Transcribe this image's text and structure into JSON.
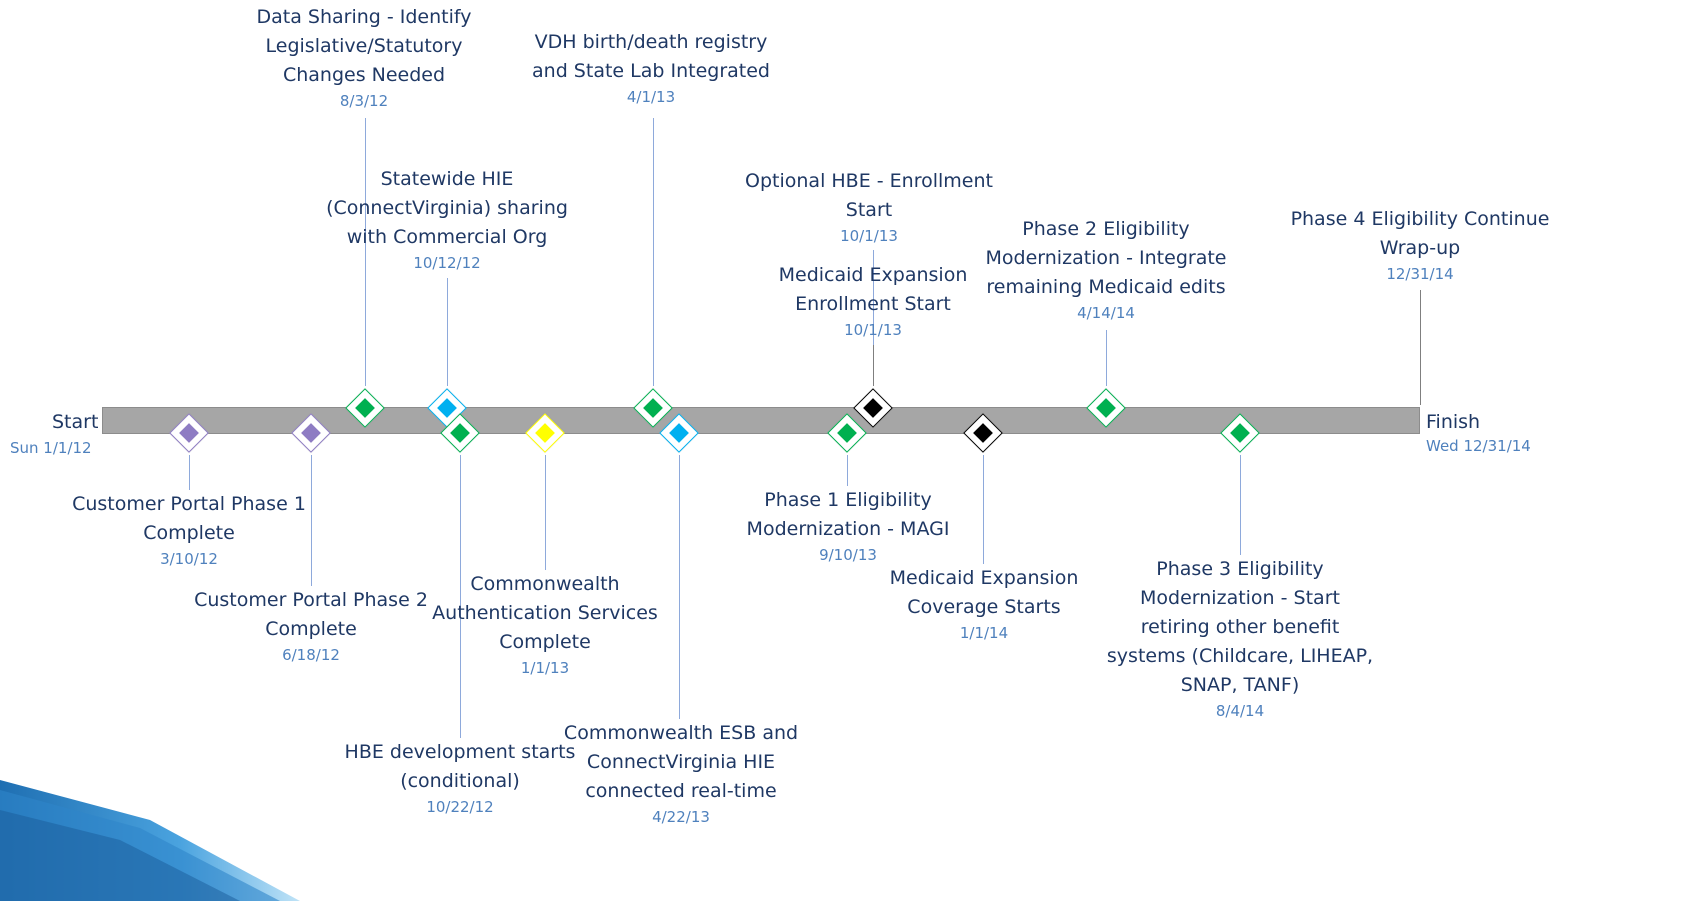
{
  "timeline": {
    "start": {
      "label": "Start",
      "date": "Sun 1/1/12"
    },
    "finish": {
      "label": "Finish",
      "date": "Wed 12/31/14"
    }
  },
  "colors": {
    "purple": "#8e7cc3",
    "green": "#00b050",
    "blue": "#00b0f0",
    "yellow": "#ffff00",
    "black": "#000000"
  },
  "milestones": [
    {
      "id": "customer-portal-phase-1",
      "lines": [
        "Customer Portal Phase 1",
        "Complete"
      ],
      "date": "3/10/12",
      "color": "purple"
    },
    {
      "id": "customer-portal-phase-2",
      "lines": [
        "Customer Portal Phase 2",
        "Complete"
      ],
      "date": "6/18/12",
      "color": "purple"
    },
    {
      "id": "data-sharing",
      "lines": [
        "Data Sharing - Identify",
        "Legislative/Statutory",
        "Changes Needed"
      ],
      "date": "8/3/12",
      "color": "green"
    },
    {
      "id": "statewide-hie",
      "lines": [
        "Statewide HIE",
        "(ConnectVirginia) sharing",
        "with Commercial Org"
      ],
      "date": "10/12/12",
      "color": "blue"
    },
    {
      "id": "hbe-development",
      "lines": [
        "HBE development starts",
        "(conditional)"
      ],
      "date": "10/22/12",
      "color": "green"
    },
    {
      "id": "authentication-services",
      "lines": [
        "Commonwealth",
        "Authentication Services",
        "Complete"
      ],
      "date": "1/1/13",
      "color": "yellow"
    },
    {
      "id": "vdh-registry",
      "lines": [
        "VDH birth/death registry",
        "and State Lab Integrated"
      ],
      "date": "4/1/13",
      "color": "green"
    },
    {
      "id": "esb-connectvirginia",
      "lines": [
        "Commonwealth ESB and",
        "ConnectVirginia HIE",
        "connected real-time"
      ],
      "date": "4/22/13",
      "color": "blue"
    },
    {
      "id": "phase-1-eligibility",
      "lines": [
        "Phase 1 Eligibility",
        "Modernization - MAGI"
      ],
      "date": "9/10/13",
      "color": "green"
    },
    {
      "id": "optional-hbe-enrollment",
      "lines": [
        "Optional HBE - Enrollment",
        "Start"
      ],
      "date": "10/1/13",
      "color": "black"
    },
    {
      "id": "medicaid-expansion-enrollment",
      "lines": [
        "Medicaid Expansion",
        "Enrollment Start"
      ],
      "date": "10/1/13",
      "color": "black"
    },
    {
      "id": "medicaid-expansion-coverage",
      "lines": [
        "Medicaid Expansion",
        "Coverage Starts"
      ],
      "date": "1/1/14",
      "color": "black"
    },
    {
      "id": "phase-2-eligibility",
      "lines": [
        "Phase 2 Eligibility",
        "Modernization - Integrate",
        "remaining Medicaid edits"
      ],
      "date": "4/14/14",
      "color": "green"
    },
    {
      "id": "phase-3-eligibility",
      "lines": [
        "Phase 3 Eligibility",
        "Modernization - Start",
        "retiring other benefit",
        "systems (Childcare, LIHEAP,",
        "SNAP, TANF)"
      ],
      "date": "8/4/14",
      "color": "green"
    },
    {
      "id": "phase-4-eligibility",
      "lines": [
        "Phase 4 Eligibility Continue",
        "Wrap-up"
      ],
      "date": "12/31/14",
      "color": "green"
    }
  ]
}
